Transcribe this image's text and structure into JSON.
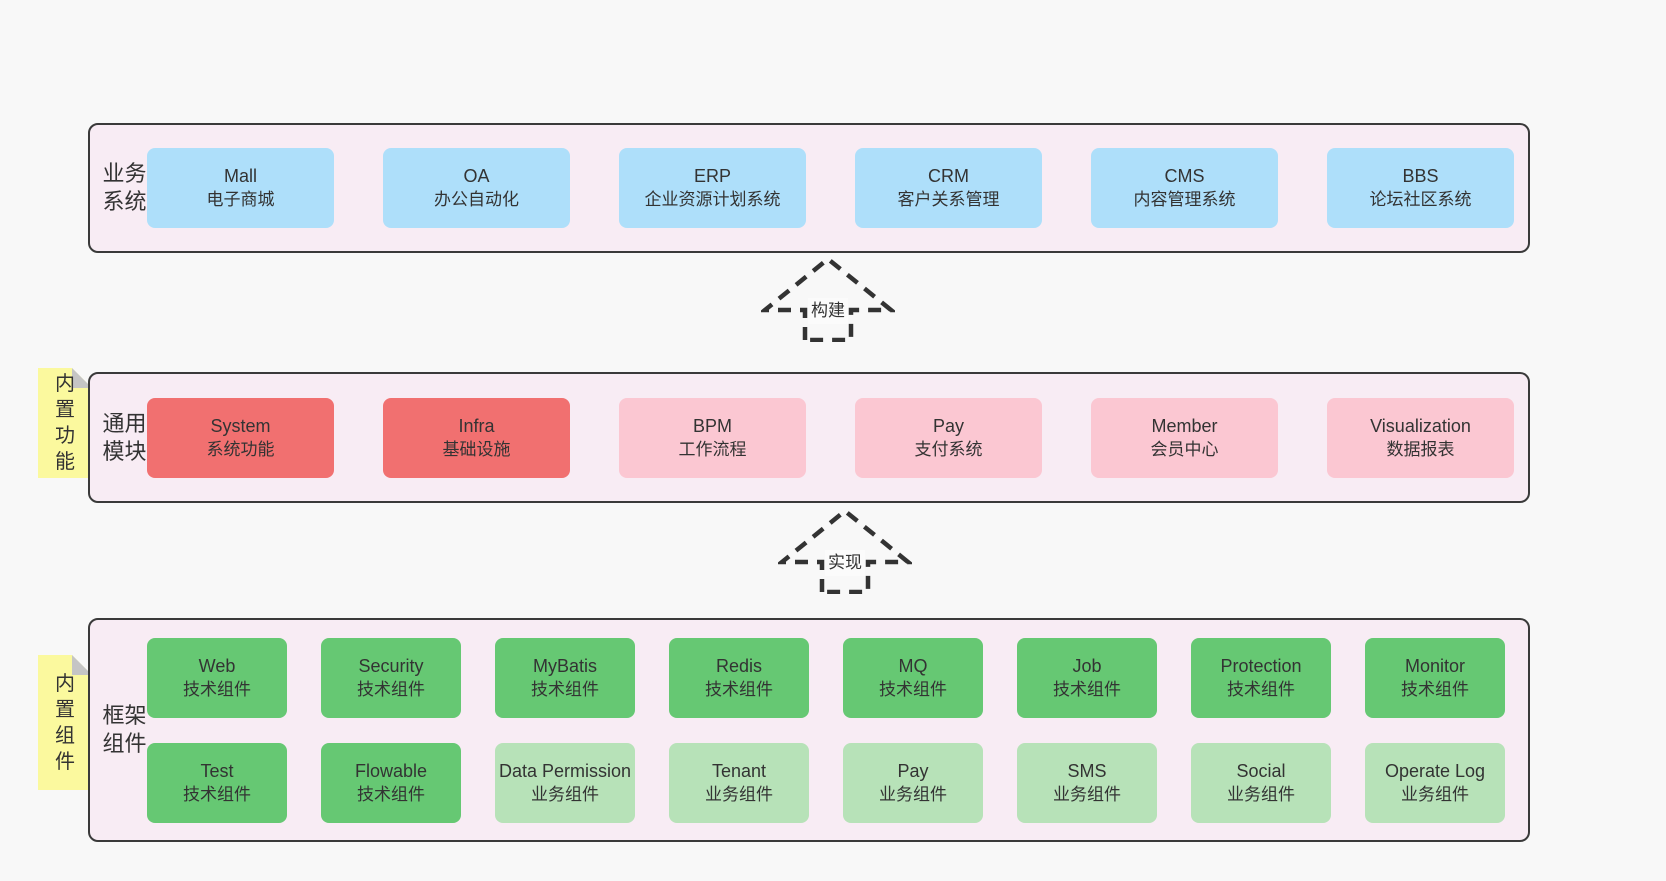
{
  "colors": {
    "page_background": "#f8f8f8",
    "panel_background": "#f8ecf4",
    "panel_border": "#3a3a3a",
    "box_blue": "#aedffa",
    "box_red": "#f17070",
    "box_pink": "#fbc7d2",
    "box_green": "#66c873",
    "box_lightgreen": "#b7e2b8",
    "tab_yellow": "#fbf99e",
    "fold_gray": "#c5c5c5",
    "text": "#333333"
  },
  "arrows": [
    {
      "label": "构建"
    },
    {
      "label": "实现"
    }
  ],
  "sections": [
    {
      "id": "business-systems",
      "label": "业务系统",
      "tab": null,
      "boxes": [
        {
          "name": "Mall",
          "desc": "电子商城",
          "variant": "blue"
        },
        {
          "name": "OA",
          "desc": "办公自动化",
          "variant": "blue"
        },
        {
          "name": "ERP",
          "desc": "企业资源计划系统",
          "variant": "blue"
        },
        {
          "name": "CRM",
          "desc": "客户关系管理",
          "variant": "blue"
        },
        {
          "name": "CMS",
          "desc": "内容管理系统",
          "variant": "blue"
        },
        {
          "name": "BBS",
          "desc": "论坛社区系统",
          "variant": "blue"
        }
      ]
    },
    {
      "id": "common-modules",
      "label": "通用模块",
      "tab": "内置功能",
      "boxes": [
        {
          "name": "System",
          "desc": "系统功能",
          "variant": "red"
        },
        {
          "name": "Infra",
          "desc": "基础设施",
          "variant": "red"
        },
        {
          "name": "BPM",
          "desc": "工作流程",
          "variant": "pink"
        },
        {
          "name": "Pay",
          "desc": "支付系统",
          "variant": "pink"
        },
        {
          "name": "Member",
          "desc": "会员中心",
          "variant": "pink"
        },
        {
          "name": "Visualization",
          "desc": "数据报表",
          "variant": "pink"
        }
      ]
    },
    {
      "id": "framework-components",
      "label": "框架组件",
      "tab": "内置组件",
      "boxes": [
        {
          "name": "Web",
          "desc": "技术组件",
          "variant": "green"
        },
        {
          "name": "Security",
          "desc": "技术组件",
          "variant": "green"
        },
        {
          "name": "MyBatis",
          "desc": "技术组件",
          "variant": "green"
        },
        {
          "name": "Redis",
          "desc": "技术组件",
          "variant": "green"
        },
        {
          "name": "MQ",
          "desc": "技术组件",
          "variant": "green"
        },
        {
          "name": "Job",
          "desc": "技术组件",
          "variant": "green"
        },
        {
          "name": "Protection",
          "desc": "技术组件",
          "variant": "green"
        },
        {
          "name": "Monitor",
          "desc": "技术组件",
          "variant": "green"
        },
        {
          "name": "Test",
          "desc": "技术组件",
          "variant": "green"
        },
        {
          "name": "Flowable",
          "desc": "技术组件",
          "variant": "green"
        },
        {
          "name": "Data Permission",
          "desc": "业务组件",
          "variant": "lightgreen"
        },
        {
          "name": "Tenant",
          "desc": "业务组件",
          "variant": "lightgreen"
        },
        {
          "name": "Pay",
          "desc": "业务组件",
          "variant": "lightgreen"
        },
        {
          "name": "SMS",
          "desc": "业务组件",
          "variant": "lightgreen"
        },
        {
          "name": "Social",
          "desc": "业务组件",
          "variant": "lightgreen"
        },
        {
          "name": "Operate Log",
          "desc": "业务组件",
          "variant": "lightgreen"
        }
      ]
    }
  ]
}
